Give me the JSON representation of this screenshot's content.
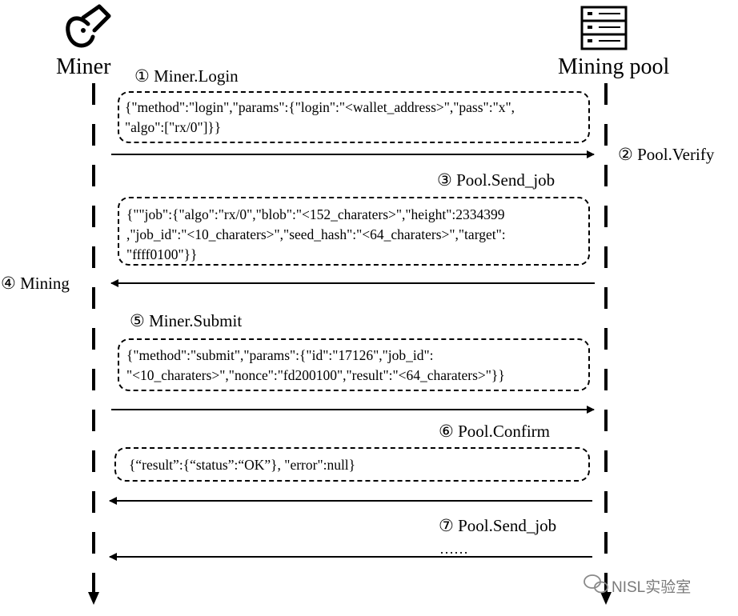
{
  "actors": {
    "left": "Miner",
    "right": "Mining pool"
  },
  "icons": {
    "left": "miner-pickaxe-icon",
    "right": "server-rack-icon",
    "watermark": "wechat-icon"
  },
  "steps": {
    "s1": "① Miner.Login",
    "s2": "② Pool.Verify",
    "s3": "③ Pool.Send_job",
    "s4": "④ Mining",
    "s5": "⑤ Miner.Submit",
    "s6": "⑥ Pool.Confirm",
    "s7": "⑦ Pool.Send_job"
  },
  "messages": {
    "login": [
      "{\"method\":\"login\",\"params\":{\"login\":\"<wallet_address>\",\"pass\":\"x\",",
      "\"algo\":[\"rx/0\"]}}"
    ],
    "job": [
      "{\"\"job\":{\"algo\":\"rx/0\",\"blob\":\"<152_charaters>\",\"height\":2334399",
      ",\"job_id\":\"<10_charaters>\",\"seed_hash\":\"<64_charaters>\",\"target\":",
      "\"ffff0100\"}}"
    ],
    "submit": [
      "{\"method\":\"submit\",\"params\":{\"id\":\"17126\",\"job_id\":",
      "\"<10_charaters>\",\"nonce\":\"fd200100\",\"result\":\"<64_charaters>\"}}"
    ],
    "confirm": [
      "{“result”:{“status”:“OK”}, \"error\":null}"
    ]
  },
  "ellipsis": "……",
  "watermark": "NISL实验室"
}
